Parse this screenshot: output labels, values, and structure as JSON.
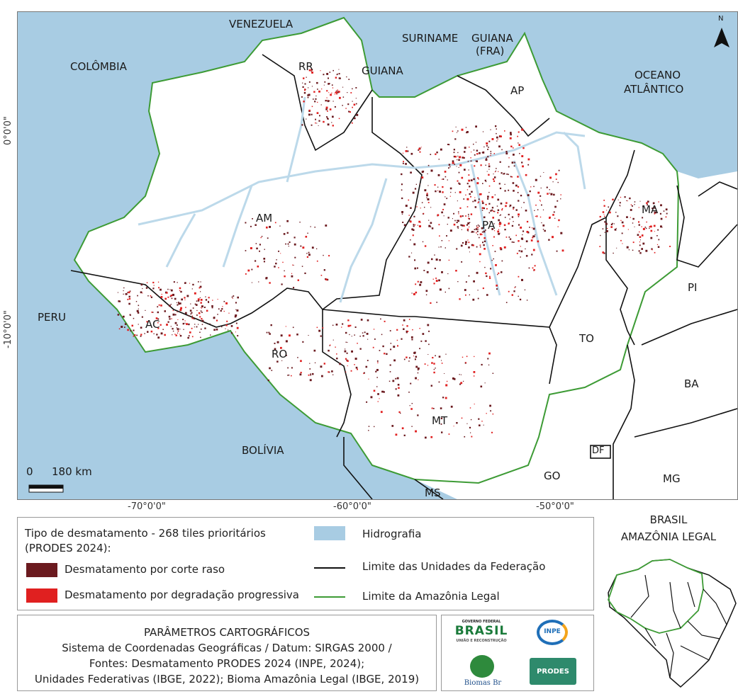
{
  "map": {
    "labels": {
      "venezuela": "VENEZUELA",
      "colombia": "COLÔMBIA",
      "suriname": "SURINAME",
      "guiana": "GUIANA",
      "guiana_fra_1": "GUIANA",
      "guiana_fra_2": "(FRA)",
      "oceano_1": "OCEANO",
      "oceano_2": "ATLÂNTICO",
      "rr": "RR",
      "ap": "AP",
      "am": "AM",
      "pa": "PA",
      "ma": "MA",
      "pi": "PI",
      "peru": "PERU",
      "ac": "AC",
      "ro": "RO",
      "to": "TO",
      "ba": "BA",
      "mt": "MT",
      "bolivia": "BOLÍVIA",
      "df": "DF",
      "go": "GO",
      "mg": "MG",
      "ms": "MS"
    },
    "north_arrow": "N",
    "scale_bar": {
      "zero": "0",
      "distance": "180 km"
    },
    "longitude_ticks": [
      "-70°0'0\"",
      "-60°0'0\"",
      "-50°0'0\""
    ],
    "latitude_ticks": [
      "0°0'0\"",
      "-10°0'0\""
    ],
    "colors": {
      "ocean": "#a8cce3",
      "land": "#ffffff",
      "hydro": "#bcd9ea",
      "state_border": "#111111",
      "amazon_limit": "#3d9b35",
      "clear_cut": "#6b1a1f",
      "degradation": "#e02020"
    }
  },
  "legend": {
    "title_line1": "Tipo de desmatamento - 268 tiles prioritários",
    "title_line2": "(PRODES 2024):",
    "items": [
      {
        "label": "Desmatamento por corte raso",
        "color": "#6b1a1f"
      },
      {
        "label": "Desmatamento por degradação progressiva",
        "color": "#e02020"
      }
    ],
    "hydro_label": "Hidrografia",
    "state_limit_label": "Limite das Unidades da Federação",
    "amazon_limit_label": "Limite da Amazônia Legal"
  },
  "params": {
    "title": "PARÂMETROS CARTOGRÁFICOS",
    "line1": "Sistema de Coordenadas Geográficas / Datum: SIRGAS 2000 /",
    "line2": "Fontes: Desmatamento PRODES 2024 (INPE, 2024);",
    "line3": "Unidades Federativas (IBGE, 2022); Bioma Amazônia Legal (IBGE, 2019)"
  },
  "logos": {
    "gov_top": "GOVERNO FEDERAL",
    "brasil": "BRASIL",
    "gov_bottom": "UNIÃO E RECONSTRUÇÃO",
    "inpe": "INPE",
    "biomas": "Biomas Br",
    "prodes": "PRODES"
  },
  "inset": {
    "title_line1": "BRASIL",
    "title_line2": "AMAZÔNIA LEGAL"
  }
}
